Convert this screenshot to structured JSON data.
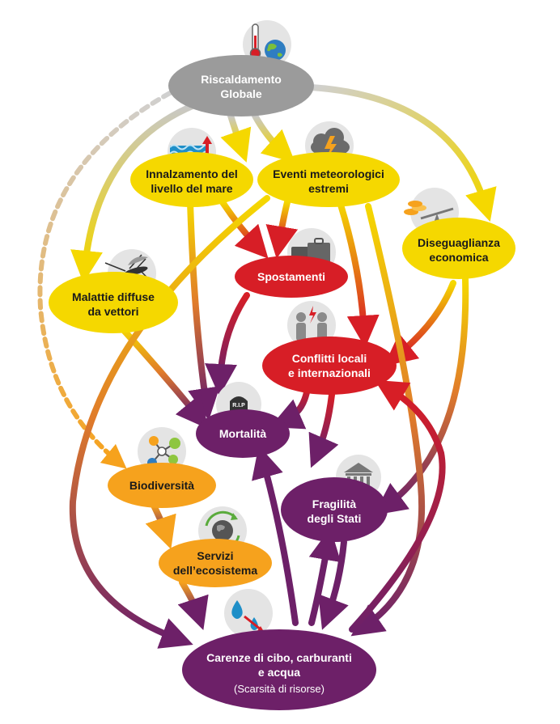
{
  "nodes": {
    "global_warming": {
      "line1": "Riscaldamento",
      "line2": "Globale"
    },
    "sea_level": {
      "line1": "Innalzamento del",
      "line2": "livello del mare"
    },
    "extreme_weather": {
      "line1": "Eventi meteorologici",
      "line2": "estremi"
    },
    "inequality": {
      "line1": "Diseguaglianza",
      "line2": "economica"
    },
    "vector_diseases": {
      "line1": "Malattie diffuse",
      "line2": "da vettori"
    },
    "displacement": {
      "line1": "Spostamenti"
    },
    "conflicts": {
      "line1": "Conflitti locali",
      "line2": "e internazionali"
    },
    "mortality": {
      "line1": "Mortalità"
    },
    "biodiversity": {
      "line1": "Biodiversità"
    },
    "state_fragility": {
      "line1": "Fragilità",
      "line2": "degli Stati"
    },
    "ecosystem_services": {
      "line1": "Servizi",
      "line2": "dell’ecosistema"
    },
    "resource_scarcity": {
      "line1": "Carenze di cibo, carburanti",
      "line2": "e acqua",
      "line3": "(Scarsità di risorse)"
    }
  },
  "icons": {
    "thermometer_globe": "thermometer-globe-icon",
    "sea_rise": "sea-level-rise-icon",
    "storm_cloud": "storm-cloud-icon",
    "coins_scale": "coins-scale-icon",
    "mosquito": "mosquito-icon",
    "suitcases": "suitcases-icon",
    "people_conflict": "people-conflict-icon",
    "tombstone_rip": "tombstone-icon",
    "tombstone_text": "R.I.P",
    "molecule": "molecule-icon",
    "government_building": "government-building-icon",
    "recycling_globe": "recycling-globe-icon",
    "water_drops": "water-drops-icon"
  },
  "colors": {
    "grey": "#9b9b9b",
    "yellow": "#f5d800",
    "orange": "#f6a21d",
    "red": "#d71e26",
    "purple": "#6d2068",
    "icon_circle": "#e4e4e4"
  }
}
